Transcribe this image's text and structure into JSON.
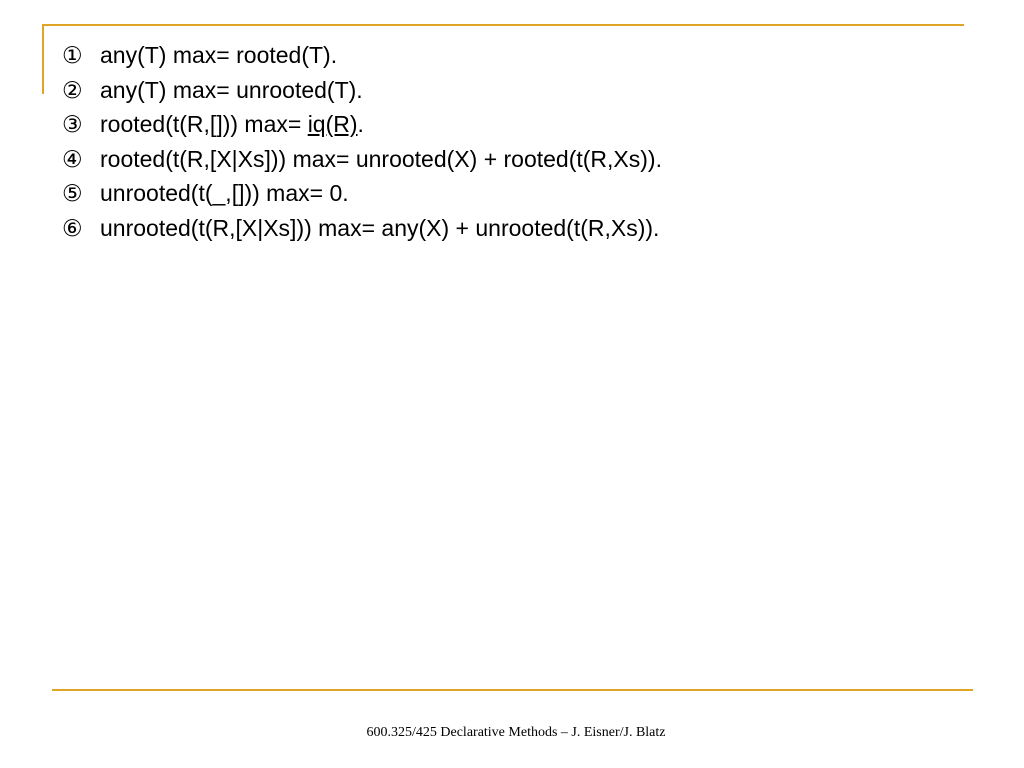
{
  "slide": {
    "rules": [
      {
        "num": "①",
        "text": "any(T) max= rooted(T)."
      },
      {
        "num": "②",
        "text": "any(T) max= unrooted(T)."
      },
      {
        "num": "③",
        "text_before": "rooted(t(R,[])) max= ",
        "underlined": "iq(R)",
        "text_after": "."
      },
      {
        "num": "④",
        "text": "rooted(t(R,[X|Xs])) max= unrooted(X) + rooted(t(R,Xs))."
      },
      {
        "num": "⑤",
        "text": "unrooted(t(_,[])) max= 0."
      },
      {
        "num": "⑥",
        "text": "unrooted(t(R,[X|Xs])) max= any(X) + unrooted(t(R,Xs))."
      }
    ],
    "footer": "600.325/425 Declarative Methods – J. Eisner/J. Blatz",
    "colors": {
      "accent": "#E0A526",
      "text": "#000000",
      "background": "#FFFFFF"
    }
  }
}
